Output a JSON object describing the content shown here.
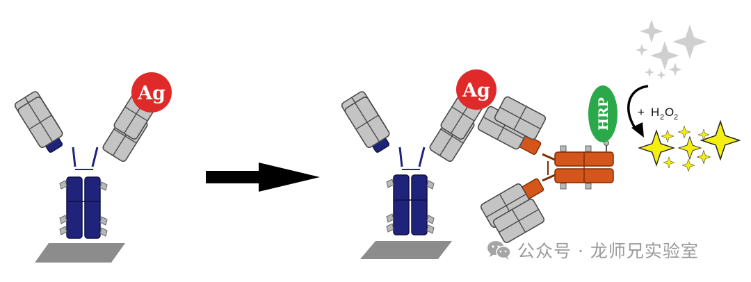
{
  "labels": {
    "antigen": "Ag",
    "enzyme": "HRP",
    "reaction_plus": "+",
    "reagent_h": "H",
    "reagent_h_sub": "2",
    "reagent_o": "O",
    "reagent_o_sub": "2"
  },
  "watermark": {
    "text": "公众号 · 龙师兄实验室",
    "icon": "wechat-icon"
  },
  "colors": {
    "antigen": "#e02a2a",
    "primary_antibody": "#1f237a",
    "secondary_antibody": "#d4561a",
    "constant_domain": "#c4c4c4",
    "hrp": "#2ba84a",
    "substrate_spark": "#f5ee12",
    "product_spark": "#cfcfcf",
    "plate": "#8c8c8c",
    "arrow": "#000000",
    "watermark": "#9a9a9a"
  }
}
